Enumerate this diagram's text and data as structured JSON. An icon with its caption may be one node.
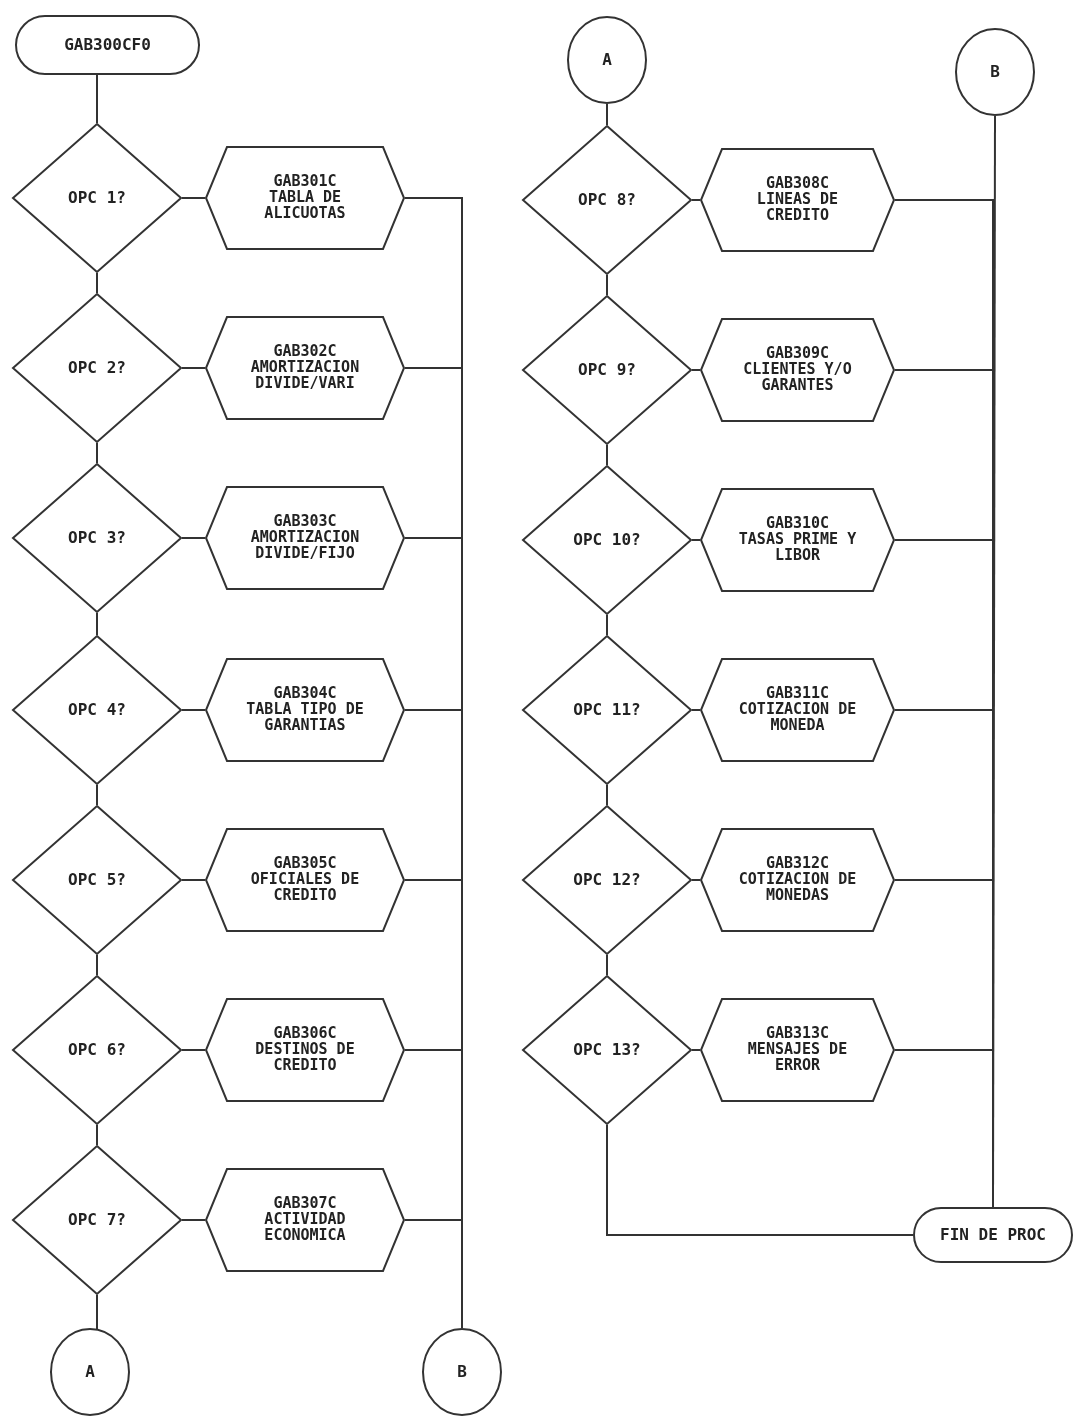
{
  "diagram": {
    "nodes": [
      {
        "text": [
          "GAB300CF0"
        ]
      },
      {
        "text": [
          "OPC 1?"
        ]
      },
      {
        "text": [
          "GAB301C",
          "TABLA DE ALICUOTAS"
        ]
      },
      {
        "text": [
          "OPC 2?"
        ]
      },
      {
        "text": [
          "GAB302C",
          "AMORTIZACION DIVIDE/VARI"
        ]
      },
      {
        "text": [
          "OPC 3?"
        ]
      },
      {
        "text": [
          "GAB303C",
          "AMORTIZACION DIVIDE/FIJO"
        ]
      },
      {
        "text": [
          "OPC 4?"
        ]
      },
      {
        "text": [
          "GAB304C",
          "TABLA TIPO DE GARANTIAS"
        ]
      },
      {
        "text": [
          "OPC 5?"
        ]
      },
      {
        "text": [
          "GAB305C",
          "OFICIALES DE CREDITO"
        ]
      },
      {
        "text": [
          "OPC 6?"
        ]
      },
      {
        "text": [
          "GAB306C",
          "DESTINOS DE CREDITO"
        ]
      },
      {
        "text": [
          "OPC 7?"
        ]
      },
      {
        "text": [
          "GAB307C",
          "ACTIVIDAD ECONOMICA"
        ]
      },
      {
        "text": [
          "A"
        ]
      },
      {
        "text": [
          "B"
        ]
      },
      {
        "text": [
          "A"
        ]
      },
      {
        "text": [
          "B"
        ]
      },
      {
        "text": [
          "OPC 8?"
        ]
      },
      {
        "text": [
          "GAB308C",
          "LINEAS DE CREDITO"
        ]
      },
      {
        "text": [
          "OPC 9?"
        ]
      },
      {
        "text": [
          "GAB309C",
          "CLIENTES Y/O GARANTES"
        ]
      },
      {
        "text": [
          "OPC 10?"
        ]
      },
      {
        "text": [
          "GAB310C",
          "TASAS PRIME Y LIBOR"
        ]
      },
      {
        "text": [
          "OPC 11?"
        ]
      },
      {
        "text": [
          "GAB311C",
          "COTIZACION DE MONEDA"
        ]
      },
      {
        "text": [
          "OPC 12?"
        ]
      },
      {
        "text": [
          "GAB312C",
          "COTIZACION DE MONEDAS"
        ]
      },
      {
        "text": [
          "OPC 13?"
        ]
      },
      {
        "text": [
          "GAB313C",
          "MENSAJES DE ERROR"
        ]
      },
      {
        "text": [
          "FIN DE PROC"
        ]
      }
    ],
    "edges": [
      {
        "from": 0,
        "to": 1,
        "arrow": "none"
      },
      {
        "from": 1,
        "to": 2,
        "arrow": "none"
      },
      {
        "from": 2,
        "to": 16,
        "arrow": "none"
      },
      {
        "from": 1,
        "to": 3,
        "arrow": "none"
      },
      {
        "from": 3,
        "to": 4,
        "arrow": "none"
      },
      {
        "from": 4,
        "to": 16,
        "arrow": "none"
      },
      {
        "from": 3,
        "to": 5,
        "arrow": "none"
      },
      {
        "from": 5,
        "to": 6,
        "arrow": "none"
      },
      {
        "from": 6,
        "to": 16,
        "arrow": "none"
      },
      {
        "from": 5,
        "to": 7,
        "arrow": "none"
      },
      {
        "from": 7,
        "to": 8,
        "arrow": "none"
      },
      {
        "from": 8,
        "to": 16,
        "arrow": "none"
      },
      {
        "from": 7,
        "to": 9,
        "arrow": "none"
      },
      {
        "from": 9,
        "to": 10,
        "arrow": "none"
      },
      {
        "from": 10,
        "to": 16,
        "arrow": "none"
      },
      {
        "from": 9,
        "to": 11,
        "arrow": "none"
      },
      {
        "from": 11,
        "to": 12,
        "arrow": "none"
      },
      {
        "from": 12,
        "to": 16,
        "arrow": "none"
      },
      {
        "from": 11,
        "to": 13,
        "arrow": "none"
      },
      {
        "from": 13,
        "to": 14,
        "arrow": "none"
      },
      {
        "from": 14,
        "to": 16,
        "arrow": "none"
      },
      {
        "from": 13,
        "to": 15,
        "arrow": "none"
      },
      {
        "from": 17,
        "to": 19,
        "arrow": "none"
      },
      {
        "from": 19,
        "to": 20,
        "arrow": "none"
      },
      {
        "from": 20,
        "to": 31,
        "arrow": "none"
      },
      {
        "from": 19,
        "to": 21,
        "arrow": "none"
      },
      {
        "from": 21,
        "to": 22,
        "arrow": "none"
      },
      {
        "from": 22,
        "to": 31,
        "arrow": "none"
      },
      {
        "from": 21,
        "to": 23,
        "arrow": "none"
      },
      {
        "from": 23,
        "to": 24,
        "arrow": "none"
      },
      {
        "from": 24,
        "to": 31,
        "arrow": "none"
      },
      {
        "from": 23,
        "to": 25,
        "arrow": "none"
      },
      {
        "from": 25,
        "to": 26,
        "arrow": "none"
      },
      {
        "from": 26,
        "to": 31,
        "arrow": "none"
      },
      {
        "from": 25,
        "to": 27,
        "arrow": "none"
      },
      {
        "from": 27,
        "to": 28,
        "arrow": "none"
      },
      {
        "from": 28,
        "to": 31,
        "arrow": "none"
      },
      {
        "from": 27,
        "to": 29,
        "arrow": "none"
      },
      {
        "from": 29,
        "to": 30,
        "arrow": "none"
      },
      {
        "from": 30,
        "to": 31,
        "arrow": "none"
      },
      {
        "from": 29,
        "to": 31,
        "arrow": "none"
      },
      {
        "from": 18,
        "to": 31,
        "arrow": "none"
      }
    ]
  }
}
